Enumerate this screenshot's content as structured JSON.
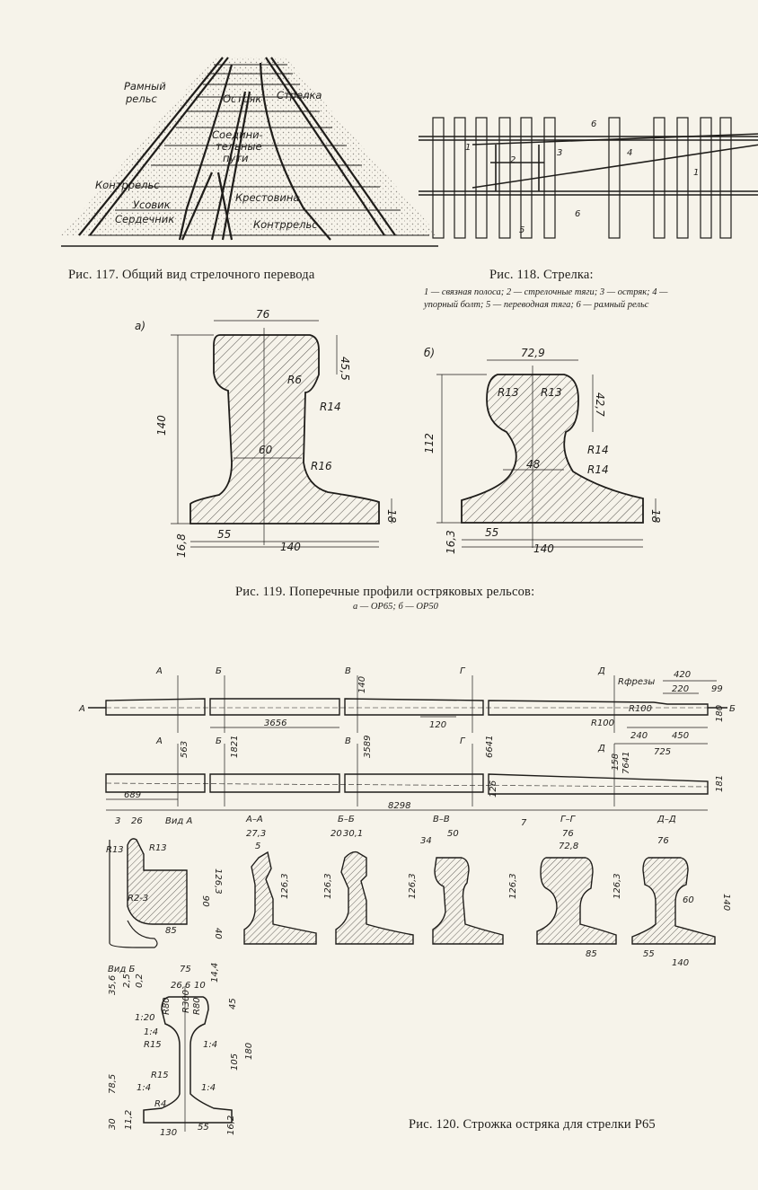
{
  "fig117": {
    "caption": "Рис. 117. Общий вид стрелочного перевода",
    "labels": {
      "ramny_rels_1": "Рамный",
      "ramny_rels_2": "рельс",
      "ostryak": "Остряк",
      "strelka": "Стрелка",
      "soed_1": "Соедини-",
      "soed_2": "тельные",
      "soed_3": "пути",
      "kontrrels_left": "Контррельс",
      "usovik": "Усовик",
      "serdechnik": "Сердечник",
      "krestovina": "Крестовина",
      "kontrrels_bottom": "Контррельс"
    }
  },
  "fig118": {
    "caption": "Рис. 118. Стрелка:",
    "legend_line1": "1 — связная полоса; 2 — стрелочные тяги; 3 — остряк; 4 —",
    "legend_line2": "упорный болт; 5 — переводная тяга; 6 — рамный рельс",
    "callouts": [
      "1",
      "2",
      "3",
      "4",
      "5",
      "6",
      "6",
      "1"
    ]
  },
  "fig119": {
    "caption": "Рис. 119. Поперечные профили остряковых рельсов:",
    "subcaption": "а — ОР65; б — ОР50",
    "a": {
      "label": "а)",
      "dims": [
        "76",
        "45,5",
        "R6",
        "R14",
        "140",
        "60",
        "R16",
        "18",
        "16,8",
        "55",
        "140"
      ]
    },
    "b": {
      "label": "б)",
      "dims": [
        "72,9",
        "R13",
        "R13",
        "42,7",
        "112",
        "R14",
        "48",
        "R14",
        "18",
        "16,3",
        "55",
        "140"
      ]
    }
  },
  "fig120": {
    "caption": "Рис. 120. Строжка остряка для стрелки Р65",
    "plan_labels": {
      "arrow_left": "А",
      "arrow_right": "Б",
      "sec_A": "А",
      "sec_B": "Б",
      "sec_V": "В",
      "sec_G": "Г",
      "sec_D": "Д",
      "d140": "140",
      "d3656": "3656",
      "d120": "120",
      "rfrezy": "Rфрезы",
      "r100a": "R100",
      "r100b": "R100",
      "d420": "420",
      "d220": "220",
      "d99": "99",
      "d180": "180",
      "d240": "240",
      "d450": "450",
      "d725": "725"
    },
    "elev_labels": {
      "sec_A": "А",
      "sec_B": "Б",
      "sec_V": "В",
      "sec_G": "Г",
      "sec_D": "Д",
      "d563": "563",
      "d1821": "1821",
      "d3589": "3589",
      "d6641": "6641",
      "d158": "158",
      "d7641": "7641",
      "d689": "689",
      "d8298": "8298",
      "d126": "126",
      "d181": "181"
    },
    "views": {
      "vidA": {
        "title": "Вид А",
        "dims": [
          "3",
          "26",
          "R13",
          "R13",
          "R2-3",
          "90",
          "126,3",
          "85",
          "40"
        ]
      },
      "aa": {
        "title": "А–А",
        "dims": [
          "27,3",
          "5",
          "126,3"
        ]
      },
      "bb": {
        "title": "Б–Б",
        "dims": [
          "20",
          "30,1",
          "126,3"
        ]
      },
      "vv": {
        "title": "В–В",
        "dims": [
          "34",
          "50",
          "126,3"
        ]
      },
      "gg": {
        "title": "Г–Г",
        "dims": [
          "7",
          "76",
          "72,8",
          "126,3",
          "85"
        ]
      },
      "dd": {
        "title": "Д–Д",
        "dims": [
          "76",
          "60",
          "140",
          "55",
          "140"
        ]
      },
      "vidB": {
        "title": "Вид Б",
        "dims": [
          "75",
          "35,6",
          "2,5",
          "0,2",
          "26,6",
          "10",
          "14,4",
          "1:20",
          "R80",
          "R300",
          "R80",
          "45",
          "1:4",
          "R15",
          "1:4",
          "105",
          "180",
          "78,5",
          "R15",
          "1:4",
          "1:4",
          "R4",
          "30",
          "11,2",
          "130",
          "55",
          "16,2"
        ]
      }
    }
  }
}
